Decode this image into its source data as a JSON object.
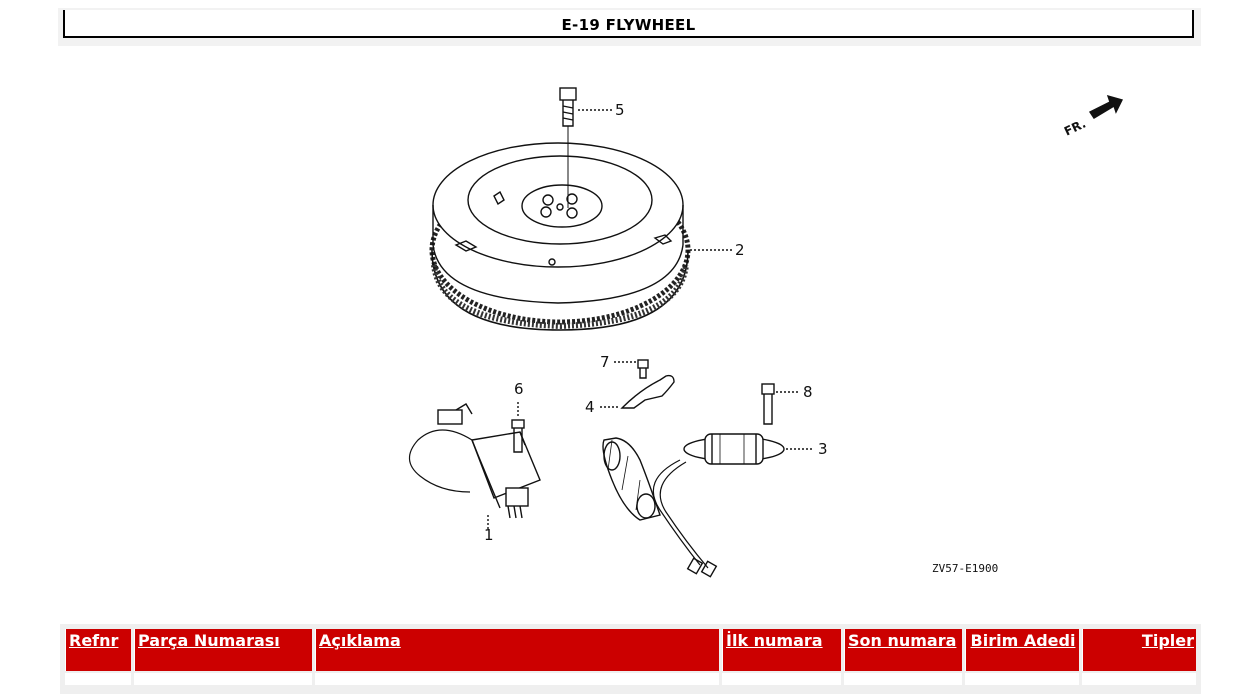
{
  "header": {
    "title": "E-19 FLYWHEEL"
  },
  "diagram": {
    "callouts": [
      "1",
      "2",
      "3",
      "4",
      "5",
      "6",
      "7",
      "8"
    ],
    "front_marker": "FR.",
    "drawing_code": "ZV57-E1900"
  },
  "table": {
    "columns": [
      {
        "label": "Refnr"
      },
      {
        "label": "Parça Numarası"
      },
      {
        "label": "Açıklama"
      },
      {
        "label": "İlk numara"
      },
      {
        "label": "Son numara"
      },
      {
        "label": "Birim Adedi"
      },
      {
        "label": "Tipler"
      }
    ],
    "header_color": "#cc0000"
  }
}
